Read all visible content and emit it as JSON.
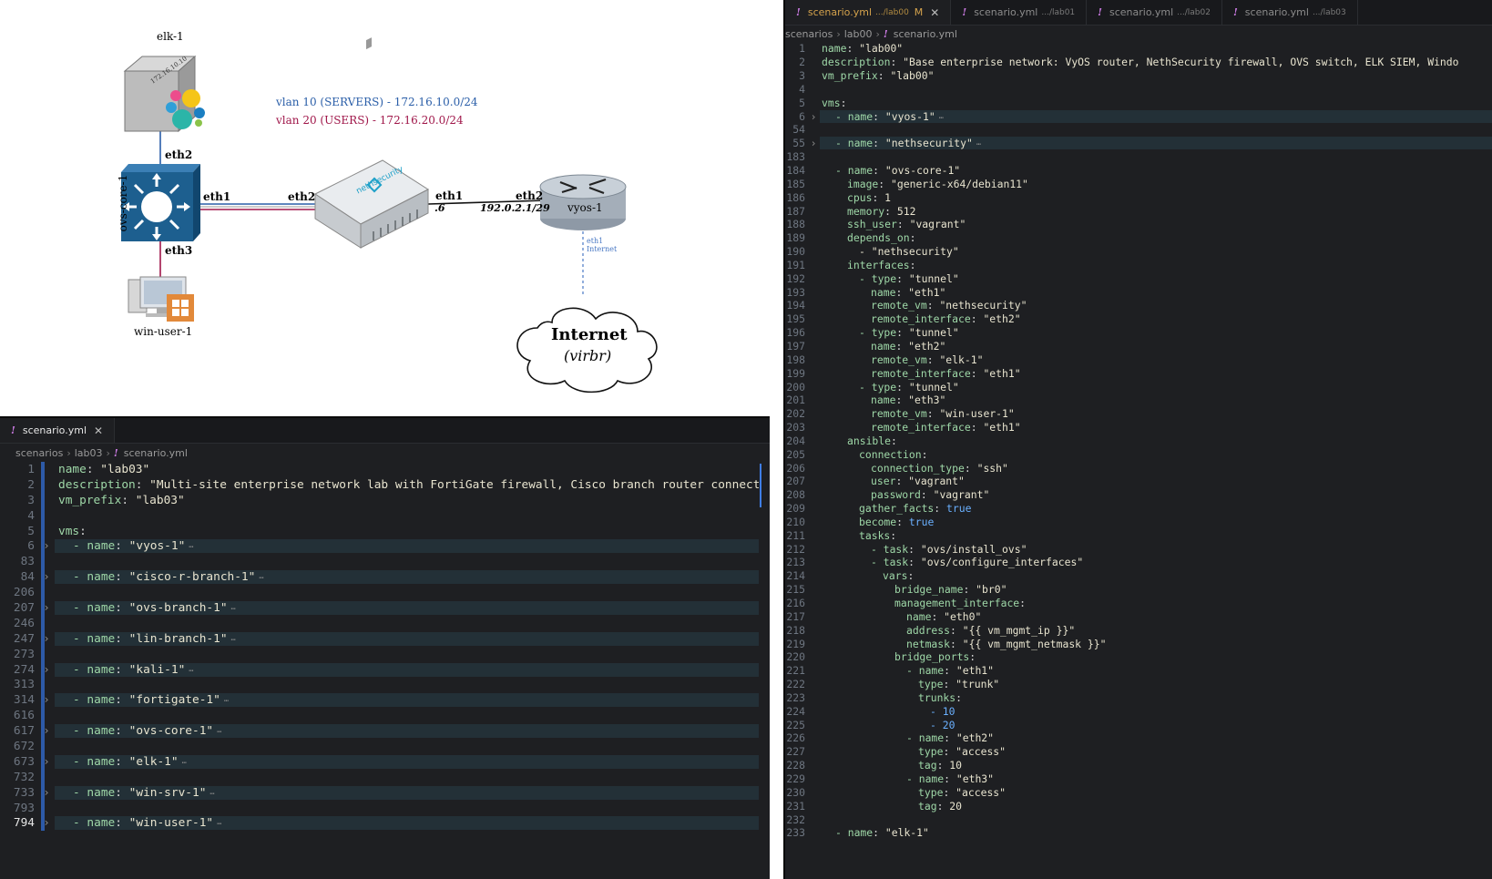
{
  "diagram": {
    "elk_label": "elk-1",
    "elk_ip_tag": "172.16.10.10",
    "vlan10": "vlan 10 (SERVERS) - 172.16.10.0/24",
    "vlan20": "vlan 20 (USERS) - 172.16.20.0/24",
    "ovs_label": "ovs-core-1",
    "ovs_eth2": "eth2",
    "ovs_eth1": "eth1",
    "ovs_eth3": "eth3",
    "neth_eth2": "eth2",
    "neth_eth1": "eth1",
    "neth_ip": ".6",
    "neth_brand": "nethsecurity",
    "vyos_eth2": "eth2",
    "vyos_ip": "192.0.2.1/29",
    "vyos_label": "vyos-1",
    "vyos_eth1": "eth1",
    "vyos_internet_small": "Internet",
    "win_label": "win-user-1",
    "internet_title": "Internet",
    "internet_sub": "(virbr)",
    "colors": {
      "vlan10": "#2a5ea8",
      "vlan20": "#a0174a",
      "switch_blue": "#1d5f8f"
    }
  },
  "editor_bottom": {
    "tab": {
      "label": "scenario.yml",
      "icon": "!",
      "close": "✕"
    },
    "breadcrumb": [
      "scenarios",
      "lab03",
      "scenario.yml"
    ],
    "lines": [
      {
        "n": "1",
        "key": "name",
        "val": "\"lab03\""
      },
      {
        "n": "2",
        "key": "description",
        "val": "\"Multi-site enterprise network lab with FortiGate firewall, Cisco branch router connected"
      },
      {
        "n": "3",
        "key": "vm_prefix",
        "val": "\"lab03\""
      },
      {
        "n": "4",
        "key": "",
        "val": ""
      },
      {
        "n": "5",
        "key": "vms",
        "val": ""
      },
      {
        "n": "6",
        "fold": true,
        "key": "- name",
        "val": "\"vyos-1\""
      },
      {
        "n": "83",
        "key": "",
        "val": ""
      },
      {
        "n": "84",
        "fold": true,
        "key": "- name",
        "val": "\"cisco-r-branch-1\""
      },
      {
        "n": "206",
        "key": "",
        "val": ""
      },
      {
        "n": "207",
        "fold": true,
        "key": "- name",
        "val": "\"ovs-branch-1\""
      },
      {
        "n": "246",
        "key": "",
        "val": ""
      },
      {
        "n": "247",
        "fold": true,
        "key": "- name",
        "val": "\"lin-branch-1\""
      },
      {
        "n": "273",
        "key": "",
        "val": ""
      },
      {
        "n": "274",
        "fold": true,
        "key": "- name",
        "val": "\"kali-1\""
      },
      {
        "n": "313",
        "key": "",
        "val": ""
      },
      {
        "n": "314",
        "fold": true,
        "key": "- name",
        "val": "\"fortigate-1\""
      },
      {
        "n": "616",
        "key": "",
        "val": ""
      },
      {
        "n": "617",
        "fold": true,
        "key": "- name",
        "val": "\"ovs-core-1\""
      },
      {
        "n": "672",
        "key": "",
        "val": ""
      },
      {
        "n": "673",
        "fold": true,
        "key": "- name",
        "val": "\"elk-1\""
      },
      {
        "n": "732",
        "key": "",
        "val": ""
      },
      {
        "n": "733",
        "fold": true,
        "key": "- name",
        "val": "\"win-srv-1\""
      },
      {
        "n": "793",
        "key": "",
        "val": ""
      },
      {
        "n": "794",
        "fold": true,
        "key": "- name",
        "val": "\"win-user-1\"",
        "current": true
      }
    ]
  },
  "editor_right": {
    "tabs": [
      {
        "label": "scenario.yml",
        "path": ".../lab00",
        "modified": "M",
        "close": "✕",
        "active": true
      },
      {
        "label": "scenario.yml",
        "path": ".../lab01"
      },
      {
        "label": "scenario.yml",
        "path": ".../lab02"
      },
      {
        "label": "scenario.yml",
        "path": ".../lab03"
      }
    ],
    "breadcrumb": [
      "scenarios",
      "lab00",
      "scenario.yml"
    ],
    "lines": [
      {
        "n": "1",
        "ind": 0,
        "key": "name",
        "val": "\"lab00\""
      },
      {
        "n": "2",
        "ind": 0,
        "key": "description",
        "val": "\"Base enterprise network: VyOS router, NethSecurity firewall, OVS switch, ELK SIEM, Windo"
      },
      {
        "n": "3",
        "ind": 0,
        "key": "vm_prefix",
        "val": "\"lab00\""
      },
      {
        "n": "4",
        "ind": 0,
        "key": "",
        "val": ""
      },
      {
        "n": "5",
        "ind": 0,
        "key": "vms",
        "val": ""
      },
      {
        "n": "6",
        "ind": 1,
        "fold": true,
        "key": "- name",
        "val": "\"vyos-1\""
      },
      {
        "n": "54",
        "ind": 0,
        "key": "",
        "val": ""
      },
      {
        "n": "55",
        "ind": 1,
        "fold": true,
        "key": "- name",
        "val": "\"nethsecurity\""
      },
      {
        "n": "183",
        "ind": 0,
        "key": "",
        "val": ""
      },
      {
        "n": "184",
        "ind": 1,
        "key": "- name",
        "val": "\"ovs-core-1\""
      },
      {
        "n": "185",
        "ind": 2,
        "key": "image",
        "val": "\"generic-x64/debian11\""
      },
      {
        "n": "186",
        "ind": 2,
        "key": "cpus",
        "val": "1",
        "num": true
      },
      {
        "n": "187",
        "ind": 2,
        "key": "memory",
        "val": "512",
        "num": true
      },
      {
        "n": "188",
        "ind": 2,
        "key": "ssh_user",
        "val": "\"vagrant\""
      },
      {
        "n": "189",
        "ind": 2,
        "key": "depends_on",
        "val": ""
      },
      {
        "n": "190",
        "ind": 3,
        "key": "",
        "val": "- \"nethsecurity\""
      },
      {
        "n": "191",
        "ind": 2,
        "key": "interfaces",
        "val": ""
      },
      {
        "n": "192",
        "ind": 3,
        "key": "- type",
        "val": "\"tunnel\""
      },
      {
        "n": "193",
        "ind": 4,
        "key": "name",
        "val": "\"eth1\""
      },
      {
        "n": "194",
        "ind": 4,
        "key": "remote_vm",
        "val": "\"nethsecurity\""
      },
      {
        "n": "195",
        "ind": 4,
        "key": "remote_interface",
        "val": "\"eth2\""
      },
      {
        "n": "196",
        "ind": 3,
        "key": "- type",
        "val": "\"tunnel\""
      },
      {
        "n": "197",
        "ind": 4,
        "key": "name",
        "val": "\"eth2\""
      },
      {
        "n": "198",
        "ind": 4,
        "key": "remote_vm",
        "val": "\"elk-1\""
      },
      {
        "n": "199",
        "ind": 4,
        "key": "remote_interface",
        "val": "\"eth1\""
      },
      {
        "n": "200",
        "ind": 3,
        "key": "- type",
        "val": "\"tunnel\""
      },
      {
        "n": "201",
        "ind": 4,
        "key": "name",
        "val": "\"eth3\""
      },
      {
        "n": "202",
        "ind": 4,
        "key": "remote_vm",
        "val": "\"win-user-1\""
      },
      {
        "n": "203",
        "ind": 4,
        "key": "remote_interface",
        "val": "\"eth1\""
      },
      {
        "n": "204",
        "ind": 2,
        "key": "ansible",
        "val": ""
      },
      {
        "n": "205",
        "ind": 3,
        "key": "connection",
        "val": ""
      },
      {
        "n": "206",
        "ind": 4,
        "key": "connection_type",
        "val": "\"ssh\""
      },
      {
        "n": "207",
        "ind": 4,
        "key": "user",
        "val": "\"vagrant\""
      },
      {
        "n": "208",
        "ind": 4,
        "key": "password",
        "val": "\"vagrant\""
      },
      {
        "n": "209",
        "ind": 3,
        "key": "gather_facts",
        "val": "true",
        "bool": true
      },
      {
        "n": "210",
        "ind": 3,
        "key": "become",
        "val": "true",
        "bool": true
      },
      {
        "n": "211",
        "ind": 3,
        "key": "tasks",
        "val": ""
      },
      {
        "n": "212",
        "ind": 4,
        "key": "- task",
        "val": "\"ovs/install_ovs\""
      },
      {
        "n": "213",
        "ind": 4,
        "key": "- task",
        "val": "\"ovs/configure_interfaces\""
      },
      {
        "n": "214",
        "ind": 5,
        "key": "vars",
        "val": ""
      },
      {
        "n": "215",
        "ind": 6,
        "key": "bridge_name",
        "val": "\"br0\""
      },
      {
        "n": "216",
        "ind": 6,
        "key": "management_interface",
        "val": ""
      },
      {
        "n": "217",
        "ind": 7,
        "key": "name",
        "val": "\"eth0\""
      },
      {
        "n": "218",
        "ind": 7,
        "key": "address",
        "val": "\"{{ vm_mgmt_ip }}\""
      },
      {
        "n": "219",
        "ind": 7,
        "key": "netmask",
        "val": "\"{{ vm_mgmt_netmask }}\""
      },
      {
        "n": "220",
        "ind": 6,
        "key": "bridge_ports",
        "val": ""
      },
      {
        "n": "221",
        "ind": 7,
        "key": "- name",
        "val": "\"eth1\""
      },
      {
        "n": "222",
        "ind": 8,
        "key": "type",
        "val": "\"trunk\""
      },
      {
        "n": "223",
        "ind": 8,
        "key": "trunks",
        "val": ""
      },
      {
        "n": "224",
        "ind": 9,
        "key": "",
        "val": "- 10",
        "numlist": true
      },
      {
        "n": "225",
        "ind": 9,
        "key": "",
        "val": "- 20",
        "numlist": true
      },
      {
        "n": "226",
        "ind": 7,
        "key": "- name",
        "val": "\"eth2\""
      },
      {
        "n": "227",
        "ind": 8,
        "key": "type",
        "val": "\"access\""
      },
      {
        "n": "228",
        "ind": 8,
        "key": "tag",
        "val": "10",
        "num": true
      },
      {
        "n": "229",
        "ind": 7,
        "key": "- name",
        "val": "\"eth3\""
      },
      {
        "n": "230",
        "ind": 8,
        "key": "type",
        "val": "\"access\""
      },
      {
        "n": "231",
        "ind": 8,
        "key": "tag",
        "val": "20",
        "num": true
      },
      {
        "n": "232",
        "ind": 0,
        "key": "",
        "val": ""
      },
      {
        "n": "233",
        "ind": 1,
        "key": "- name",
        "val": "\"elk-1\""
      }
    ]
  }
}
